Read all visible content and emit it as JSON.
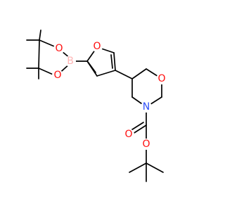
{
  "molecule": {
    "atom_labels": {
      "furan_oxygen": "O",
      "boron": "B",
      "pinacol_oxygen_top": "O",
      "pinacol_oxygen_bottom": "O",
      "morpholine_oxygen": "O",
      "morpholine_nitrogen": "N",
      "carbamate_oxygen_carbonyl": "O",
      "carbamate_oxygen_ester": "O"
    },
    "colors": {
      "bond": "#000000",
      "oxygen": "#ff0d0d",
      "nitrogen": "#3050f8",
      "boron": "#ffb5b5"
    }
  }
}
